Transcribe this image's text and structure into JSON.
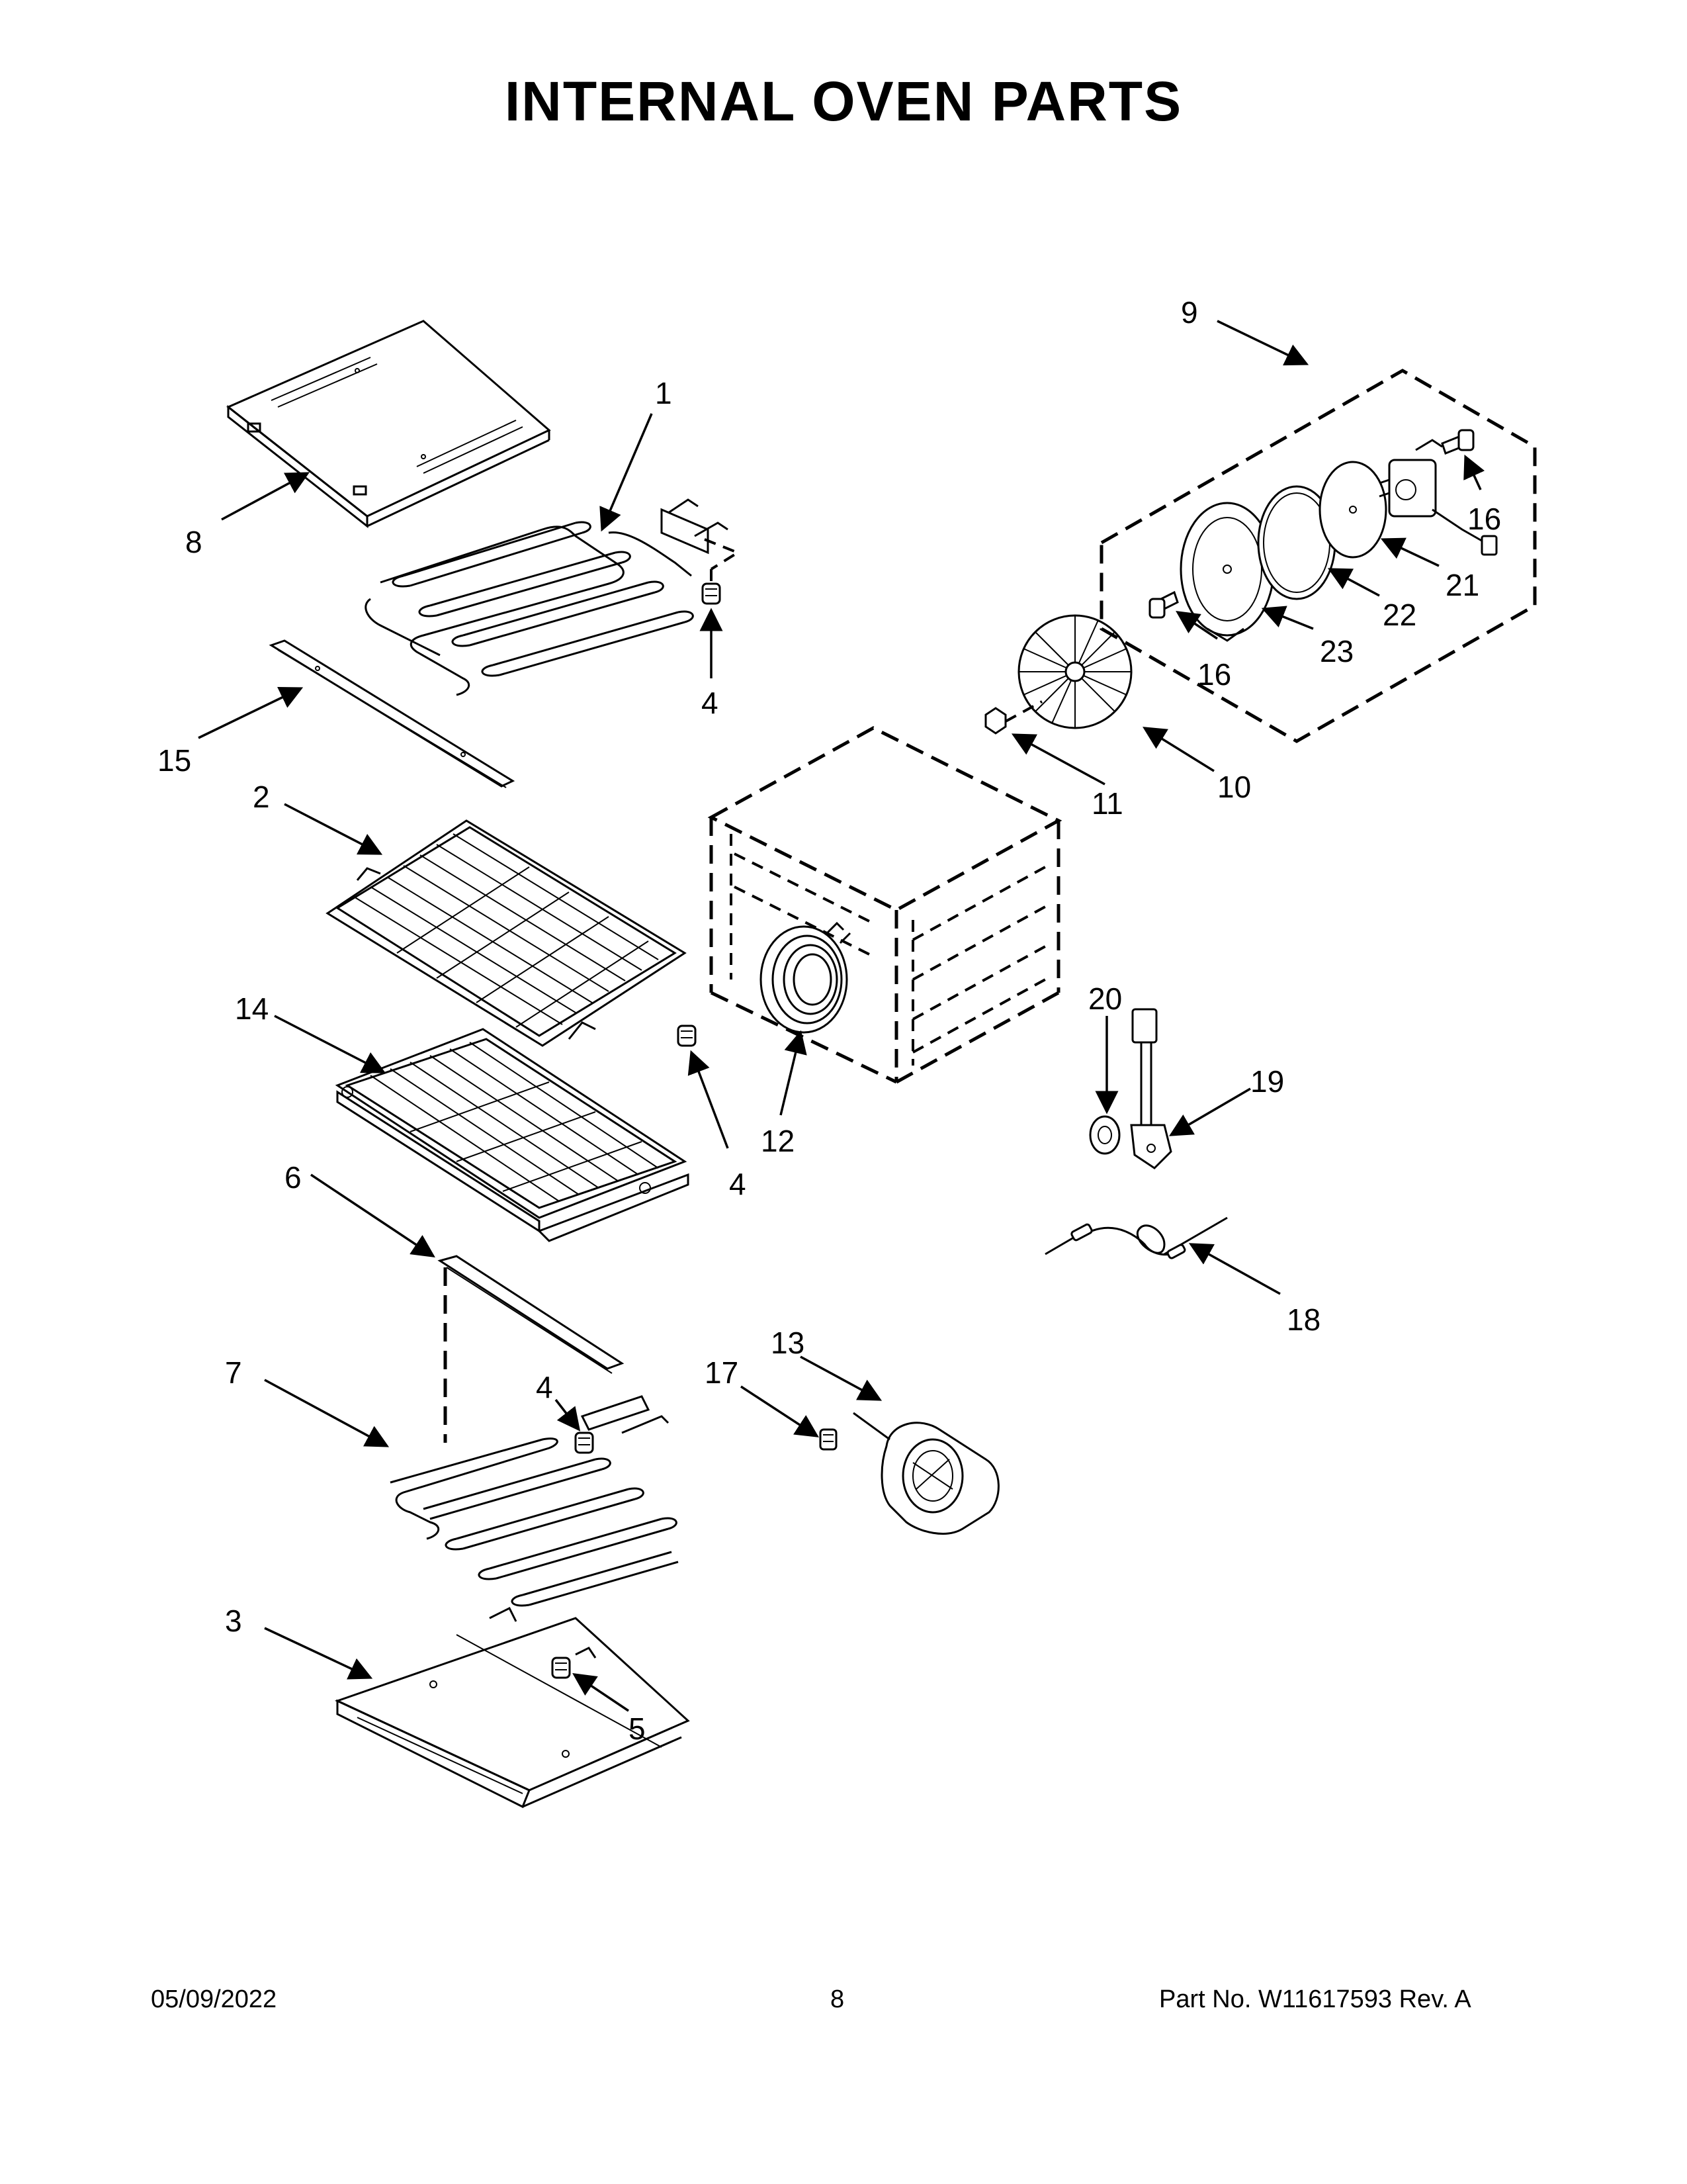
{
  "title": "INTERNAL OVEN PARTS",
  "footer": {
    "date": "05/09/2022",
    "page": "8",
    "part": "Part No.  W11617593  Rev.  A"
  },
  "callouts": {
    "c1": "1",
    "c2": "2",
    "c3": "3",
    "c4a": "4",
    "c4b": "4",
    "c4c": "4",
    "c5": "5",
    "c6": "6",
    "c7": "7",
    "c8": "8",
    "c9": "9",
    "c10": "10",
    "c11": "11",
    "c12": "12",
    "c13": "13",
    "c14": "14",
    "c15": "15",
    "c16a": "16",
    "c16b": "16",
    "c17": "17",
    "c18": "18",
    "c19": "19",
    "c20": "20",
    "c21": "21",
    "c22": "22",
    "c23": "23"
  }
}
